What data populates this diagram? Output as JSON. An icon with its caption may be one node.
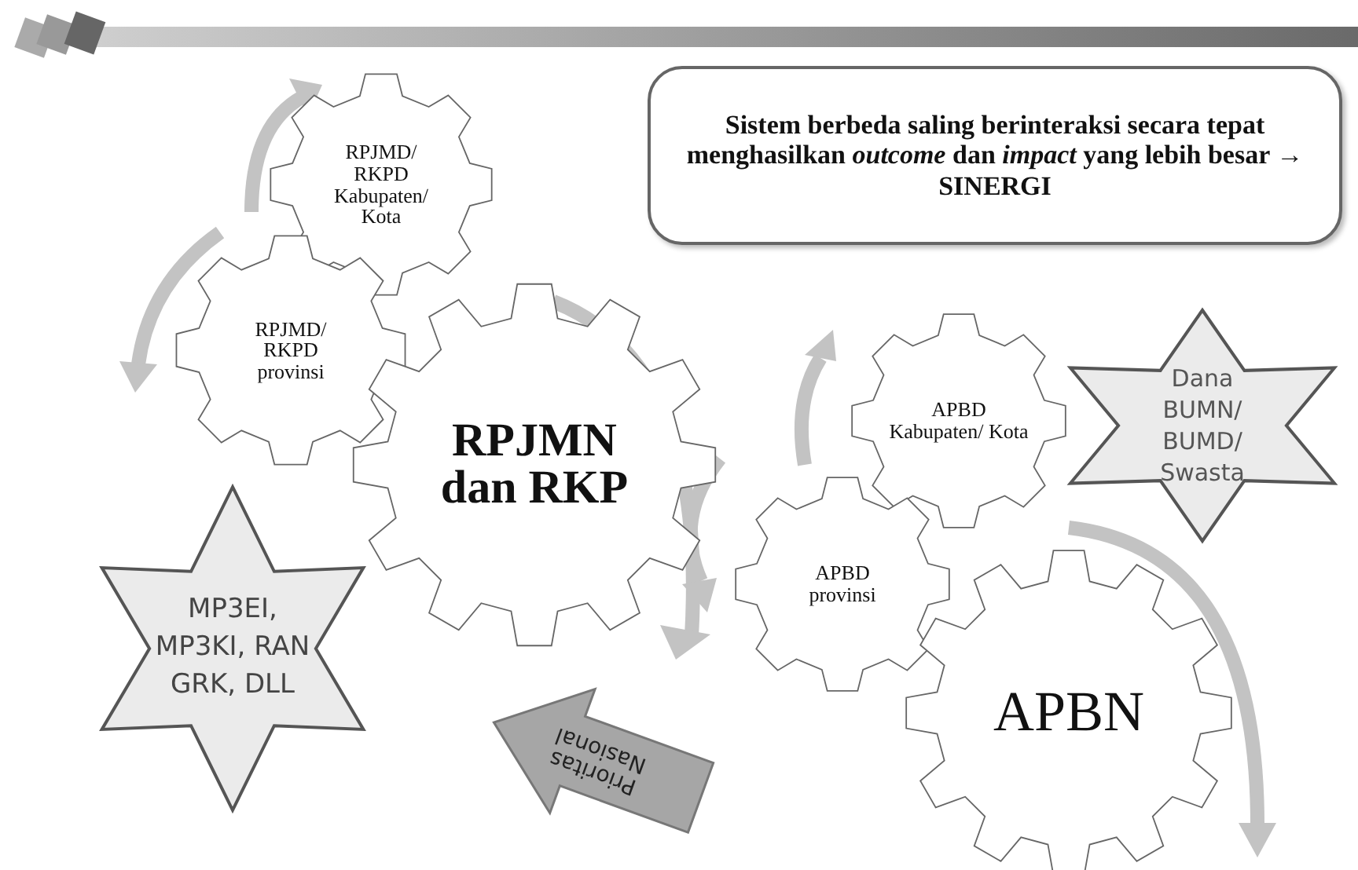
{
  "diagram": {
    "nodes": [
      {
        "text": [
          "Sistem berbeda saling berinteraksi secara tepat menghasilkan *outcome* dan *impact* yang lebih besar → SINERGI"
        ]
      },
      {
        "text": [
          "RPJMD/ RKPD Kabupaten/ Kota"
        ]
      },
      {
        "text": [
          "RPJMD/ RKPD provinsi"
        ]
      },
      {
        "text": [
          "RPJMN dan RKP"
        ]
      },
      {
        "text": [
          "APBD Kabupaten/ Kota"
        ]
      },
      {
        "text": [
          "APBD provinsi"
        ]
      },
      {
        "text": [
          "APBN"
        ]
      },
      {
        "text": [
          "MP3EI, MP3KI, RAN GRK, DLL"
        ]
      },
      {
        "text": [
          "Dana BUMN/ BUMD/ Swasta"
        ]
      },
      {
        "text": [
          "Prioritas Nasional"
        ]
      }
    ]
  }
}
